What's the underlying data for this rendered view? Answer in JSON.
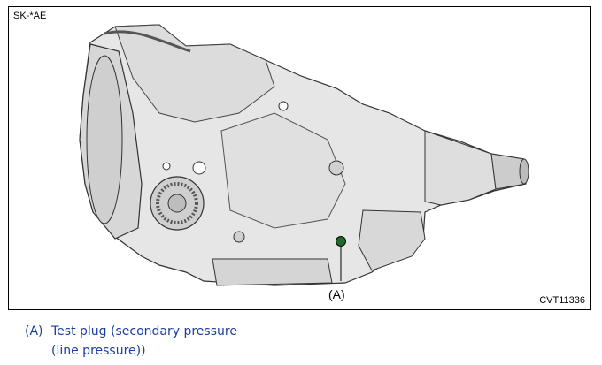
{
  "figure": {
    "code": "SK-*AE",
    "reference": "CVT11336",
    "callout": "(A)",
    "callout_color": "#1f6b2a"
  },
  "legend": {
    "marker": "(A)",
    "line1": "Test plug (secondary pressure",
    "line2": "(line pressure))",
    "color": "#1a3fa0"
  }
}
